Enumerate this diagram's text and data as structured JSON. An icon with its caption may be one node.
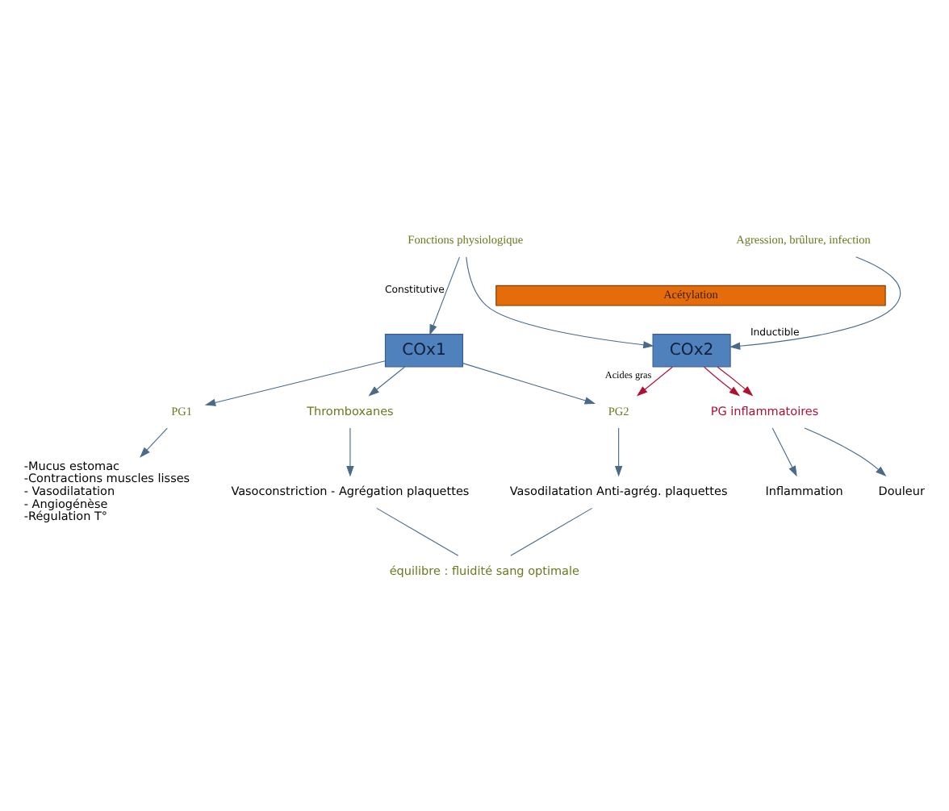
{
  "diagram": {
    "nodes": [
      {
        "text": [
          "Fonctions physiologique"
        ]
      },
      {
        "text": [
          "Agression, brûlure, infection"
        ]
      },
      {
        "text": [
          "Acétylation"
        ]
      },
      {
        "text": [
          "COx1"
        ]
      },
      {
        "text": [
          "COx2"
        ]
      },
      {
        "text": [
          "PG1"
        ]
      },
      {
        "text": [
          "PG2"
        ]
      },
      {
        "text": [
          "Thromboxanes"
        ]
      },
      {
        "text": [
          "PG inflammatoires"
        ]
      },
      {
        "text": [
          "-Mucus estomac",
          "-Contractions muscles lisses",
          "- Vasodilatation",
          "- Angiogénèse",
          "-Régulation T°"
        ]
      },
      {
        "text": [
          "Vasodilatation Anti-agrég. plaquettes"
        ]
      },
      {
        "text": [
          "Vasoconstriction - Agrégation plaquettes"
        ]
      },
      {
        "text": [
          "Douleur"
        ]
      },
      {
        "text": [
          "Inflammation"
        ]
      },
      {
        "text": [
          "équilibre : fluidité sang optimale"
        ]
      }
    ],
    "edges": [
      {
        "from": 0,
        "to": 3,
        "arrow": "to",
        "label": "Constitutive"
      },
      {
        "from": 0,
        "to": 4,
        "arrow": "to"
      },
      {
        "from": 1,
        "to": 4,
        "arrow": "to",
        "label": "Inductible"
      },
      {
        "from": 3,
        "to": 5,
        "arrow": "to"
      },
      {
        "from": 3,
        "to": 6,
        "arrow": "to"
      },
      {
        "from": 3,
        "to": 7,
        "arrow": "to"
      },
      {
        "from": 4,
        "to": 6,
        "arrow": "to",
        "label": "Acides gras",
        "color": "#b01030"
      },
      {
        "from": 4,
        "to": 8,
        "arrow": "to",
        "color": "#b01030"
      },
      {
        "from": 4,
        "to": 8,
        "arrow": "to",
        "color": "#b01030"
      },
      {
        "from": 5,
        "to": 9,
        "arrow": "to"
      },
      {
        "from": 6,
        "to": 10,
        "arrow": "to"
      },
      {
        "from": 7,
        "to": 11,
        "arrow": "to"
      },
      {
        "from": 8,
        "to": 12,
        "arrow": "to"
      },
      {
        "from": 8,
        "to": 13,
        "arrow": "to"
      },
      {
        "from": 10,
        "to": 14,
        "arrow": "none"
      },
      {
        "from": 11,
        "to": 14,
        "arrow": "none"
      }
    ]
  }
}
